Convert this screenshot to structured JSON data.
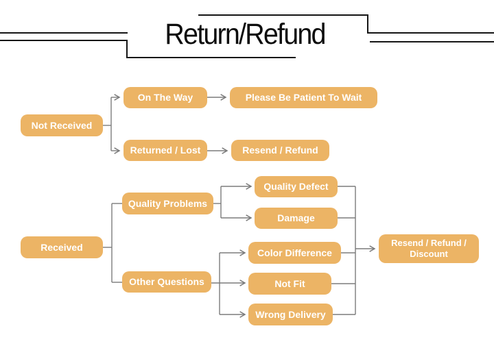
{
  "title": "Return/Refund",
  "colors": {
    "node_fill": "#ecb465",
    "node_text": "#ffffff",
    "connector": "#7b7b7b",
    "frame_lines": "#141414",
    "background": "#ffffff"
  },
  "nodes": {
    "not_received": "Not Received",
    "on_the_way": "On The Way",
    "please_be_patient": "Please Be Patient To Wait",
    "returned_lost": "Returned / Lost",
    "resend_refund": "Resend / Refund",
    "received": "Received",
    "quality_problems": "Quality Problems",
    "other_questions": "Other Questions",
    "quality_defect": "Quality Defect",
    "damage": "Damage",
    "color_difference": "Color Difference",
    "not_fit": "Not Fit",
    "wrong_delivery": "Wrong Delivery",
    "resend_refund_discount": "Resend / Refund / Discount"
  },
  "edges": [
    {
      "from": "Not Received",
      "to": "On The Way"
    },
    {
      "from": "Not Received",
      "to": "Returned / Lost"
    },
    {
      "from": "On The Way",
      "to": "Please Be Patient To Wait"
    },
    {
      "from": "Returned / Lost",
      "to": "Resend / Refund"
    },
    {
      "from": "Received",
      "to": "Quality Problems"
    },
    {
      "from": "Received",
      "to": "Other Questions"
    },
    {
      "from": "Quality Problems",
      "to": "Quality Defect"
    },
    {
      "from": "Quality Problems",
      "to": "Damage"
    },
    {
      "from": "Other Questions",
      "to": "Color Difference"
    },
    {
      "from": "Other Questions",
      "to": "Not Fit"
    },
    {
      "from": "Other Questions",
      "to": "Wrong Delivery"
    },
    {
      "from": "Quality Defect",
      "to": "Resend / Refund / Discount"
    },
    {
      "from": "Damage",
      "to": "Resend / Refund / Discount"
    },
    {
      "from": "Color Difference",
      "to": "Resend / Refund / Discount"
    },
    {
      "from": "Not Fit",
      "to": "Resend / Refund / Discount"
    },
    {
      "from": "Wrong Delivery",
      "to": "Resend / Refund / Discount"
    }
  ]
}
